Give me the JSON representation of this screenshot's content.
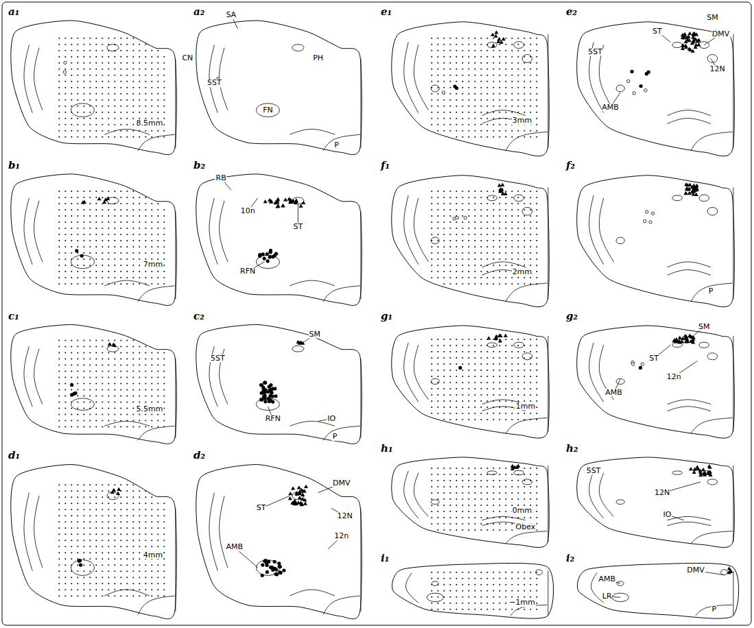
{
  "diagram": {
    "labels": [
      "a₁",
      "8.5mm",
      "a₂",
      "SA",
      "CN",
      "5ST",
      "PH",
      "FN",
      "P",
      "b₁",
      "7mm",
      "b₂",
      "RB",
      "10n",
      "ST",
      "RFN",
      "c₁",
      "5.5mm",
      "c₂",
      "SM",
      "5ST",
      "RFN",
      "IO",
      "P",
      "d₁",
      "4mm",
      "d₂",
      "ST",
      "DMV",
      "AMB",
      "12N",
      "12n",
      "e₁",
      "3mm",
      "e₂",
      "ST",
      "SM",
      "DMV",
      "5ST",
      "12N",
      "AMB",
      "f₁",
      "2mm",
      "f₂",
      "P",
      "g₁",
      "1mm",
      "g₂",
      "SM",
      "ST",
      "12n",
      "AMB",
      "h₁",
      "0mm",
      "Obex",
      "h₂",
      "5ST",
      "12N",
      "IO",
      "i₁",
      "−1mm",
      "i₂",
      "DMV",
      "AMB",
      "LR",
      "P"
    ]
  }
}
